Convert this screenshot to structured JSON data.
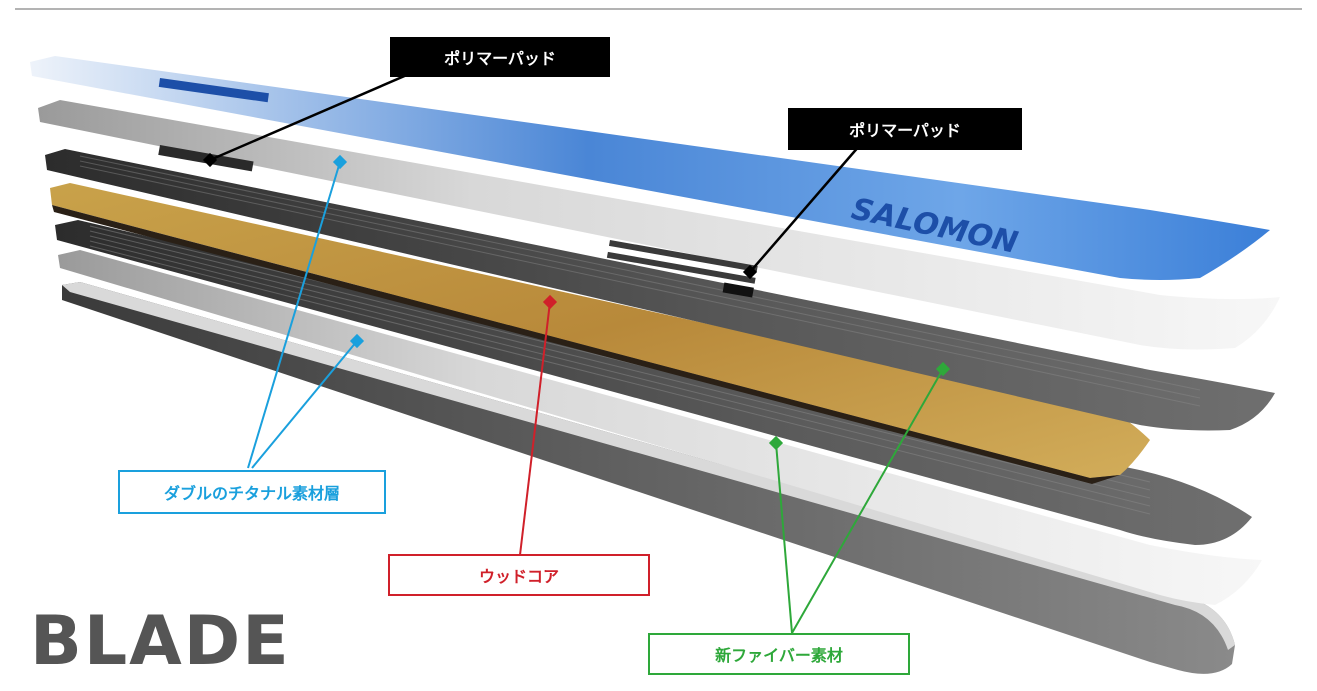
{
  "title": "BLADE",
  "labels": {
    "polymer_pad_top": "ポリマーパッド",
    "polymer_pad_right": "ポリマーパッド",
    "titanal": "ダブルのチタナル素材層",
    "wood_core": "ウッドコア",
    "fiber": "新ファイバー素材"
  },
  "brand_text": "SALOMON",
  "colors": {
    "titanal": "#1aa0dd",
    "wood_core": "#d0202a",
    "fiber": "#2ea83a",
    "polymer": "#000000",
    "title": "#555555"
  }
}
